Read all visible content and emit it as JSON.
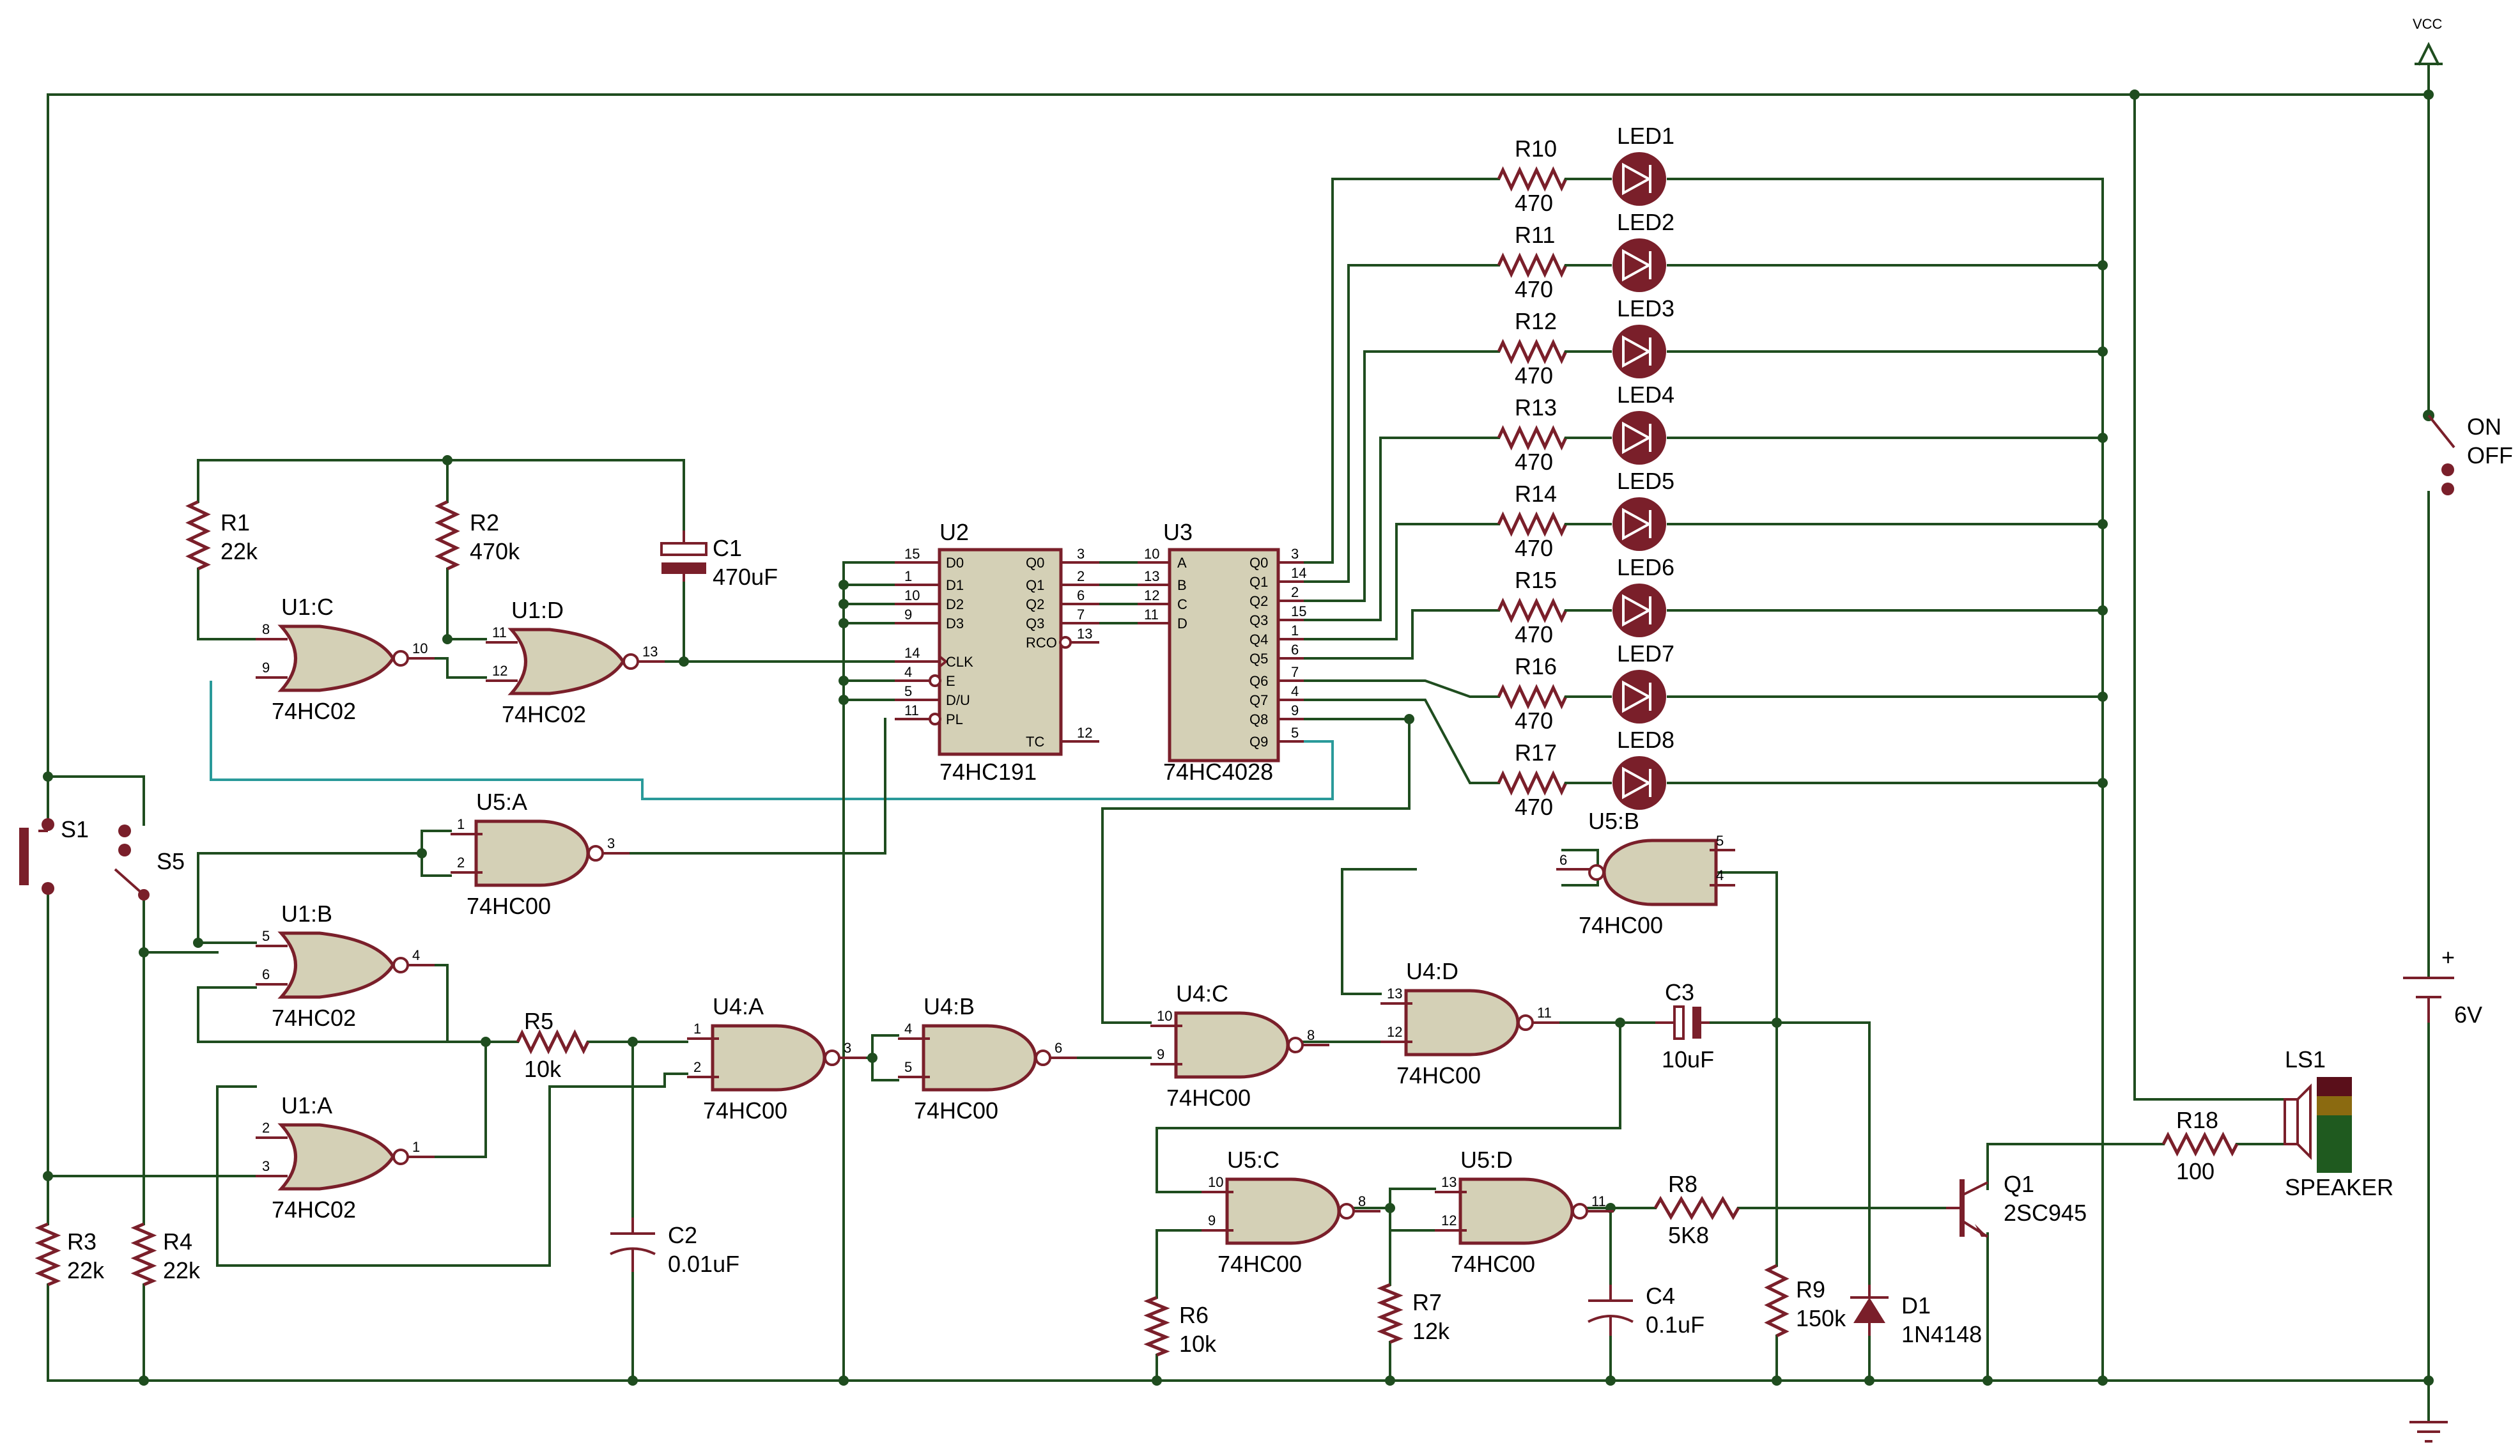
{
  "power": {
    "vcc": "VCC",
    "battery_ref": "+",
    "battery_val": "6V",
    "switch_on": "ON",
    "switch_off": "OFF"
  },
  "resistors": {
    "R1": {
      "ref": "R1",
      "val": "22k"
    },
    "R2": {
      "ref": "R2",
      "val": "470k"
    },
    "R3": {
      "ref": "R3",
      "val": "22k"
    },
    "R4": {
      "ref": "R4",
      "val": "22k"
    },
    "R5": {
      "ref": "R5",
      "val": "10k"
    },
    "R6": {
      "ref": "R6",
      "val": "10k"
    },
    "R7": {
      "ref": "R7",
      "val": "12k"
    },
    "R8": {
      "ref": "R8",
      "val": "5K8"
    },
    "R9": {
      "ref": "R9",
      "val": "150k"
    },
    "R18": {
      "ref": "R18",
      "val": "100"
    }
  },
  "led_rows": [
    {
      "r": "R10",
      "val": "470",
      "led": "LED1"
    },
    {
      "r": "R11",
      "val": "470",
      "led": "LED2"
    },
    {
      "r": "R12",
      "val": "470",
      "led": "LED3"
    },
    {
      "r": "R13",
      "val": "470",
      "led": "LED4"
    },
    {
      "r": "R14",
      "val": "470",
      "led": "LED5"
    },
    {
      "r": "R15",
      "val": "470",
      "led": "LED6"
    },
    {
      "r": "R16",
      "val": "470",
      "led": "LED7"
    },
    {
      "r": "R17",
      "val": "470",
      "led": "LED8"
    }
  ],
  "capacitors": {
    "C1": {
      "ref": "C1",
      "val": "470uF"
    },
    "C2": {
      "ref": "C2",
      "val": "0.01uF"
    },
    "C3": {
      "ref": "C3",
      "val": "10uF"
    },
    "C4": {
      "ref": "C4",
      "val": "0.1uF"
    }
  },
  "gates": {
    "U1C": {
      "ref": "U1:C",
      "chip": "74HC02",
      "in1": "8",
      "in2": "9",
      "out": "10"
    },
    "U1D": {
      "ref": "U1:D",
      "chip": "74HC02",
      "in1": "11",
      "in2": "12",
      "out": "13"
    },
    "U1B": {
      "ref": "U1:B",
      "chip": "74HC02",
      "in1": "5",
      "in2": "6",
      "out": "4"
    },
    "U1A": {
      "ref": "U1:A",
      "chip": "74HC02",
      "in1": "2",
      "in2": "3",
      "out": "1"
    },
    "U5A": {
      "ref": "U5:A",
      "chip": "74HC00",
      "in1": "1",
      "in2": "2",
      "out": "3"
    },
    "U5B": {
      "ref": "U5:B",
      "chip": "74HC00",
      "in1": "5",
      "in2": "4",
      "out": "6"
    },
    "U5C": {
      "ref": "U5:C",
      "chip": "74HC00",
      "in1": "10",
      "in2": "9",
      "out": "8"
    },
    "U5D": {
      "ref": "U5:D",
      "chip": "74HC00",
      "in1": "13",
      "in2": "12",
      "out": "11"
    },
    "U4A": {
      "ref": "U4:A",
      "chip": "74HC00",
      "in1": "1",
      "in2": "2",
      "out": "3"
    },
    "U4B": {
      "ref": "U4:B",
      "chip": "74HC00",
      "in1": "4",
      "in2": "5",
      "out": "6"
    },
    "U4C": {
      "ref": "U4:C",
      "chip": "74HC00",
      "in1": "10",
      "in2": "9",
      "out": "8"
    },
    "U4D": {
      "ref": "U4:D",
      "chip": "74HC00",
      "in1": "13",
      "in2": "12",
      "out": "11"
    }
  },
  "u2": {
    "ref": "U2",
    "chip": "74HC191",
    "left_pins": [
      {
        "num": "15",
        "name": "D0"
      },
      {
        "num": "1",
        "name": "D1"
      },
      {
        "num": "10",
        "name": "D2"
      },
      {
        "num": "9",
        "name": "D3"
      },
      {
        "num": "14",
        "name": "CLK"
      },
      {
        "num": "4",
        "name": "E"
      },
      {
        "num": "5",
        "name": "D/U"
      },
      {
        "num": "11",
        "name": "PL"
      }
    ],
    "right_pins": [
      {
        "num": "3",
        "name": "Q0"
      },
      {
        "num": "2",
        "name": "Q1"
      },
      {
        "num": "6",
        "name": "Q2"
      },
      {
        "num": "7",
        "name": "Q3"
      },
      {
        "num": "13",
        "name": "RCO"
      },
      {
        "num": "12",
        "name": "TC"
      }
    ]
  },
  "u3": {
    "ref": "U3",
    "chip": "74HC4028",
    "left_pins": [
      {
        "num": "10",
        "name": "A"
      },
      {
        "num": "13",
        "name": "B"
      },
      {
        "num": "12",
        "name": "C"
      },
      {
        "num": "11",
        "name": "D"
      }
    ],
    "right_pins": [
      {
        "num": "3",
        "name": "Q0"
      },
      {
        "num": "14",
        "name": "Q1"
      },
      {
        "num": "2",
        "name": "Q2"
      },
      {
        "num": "15",
        "name": "Q3"
      },
      {
        "num": "1",
        "name": "Q4"
      },
      {
        "num": "6",
        "name": "Q5"
      },
      {
        "num": "7",
        "name": "Q6"
      },
      {
        "num": "4",
        "name": "Q7"
      },
      {
        "num": "9",
        "name": "Q8"
      },
      {
        "num": "5",
        "name": "Q9"
      }
    ]
  },
  "switches": {
    "S1": "S1",
    "S5": "S5"
  },
  "misc": {
    "ls1_ref": "LS1",
    "ls1_val": "SPEAKER",
    "q1_ref": "Q1",
    "q1_val": "2SC945",
    "d1_ref": "D1",
    "d1_val": "1N4148"
  }
}
